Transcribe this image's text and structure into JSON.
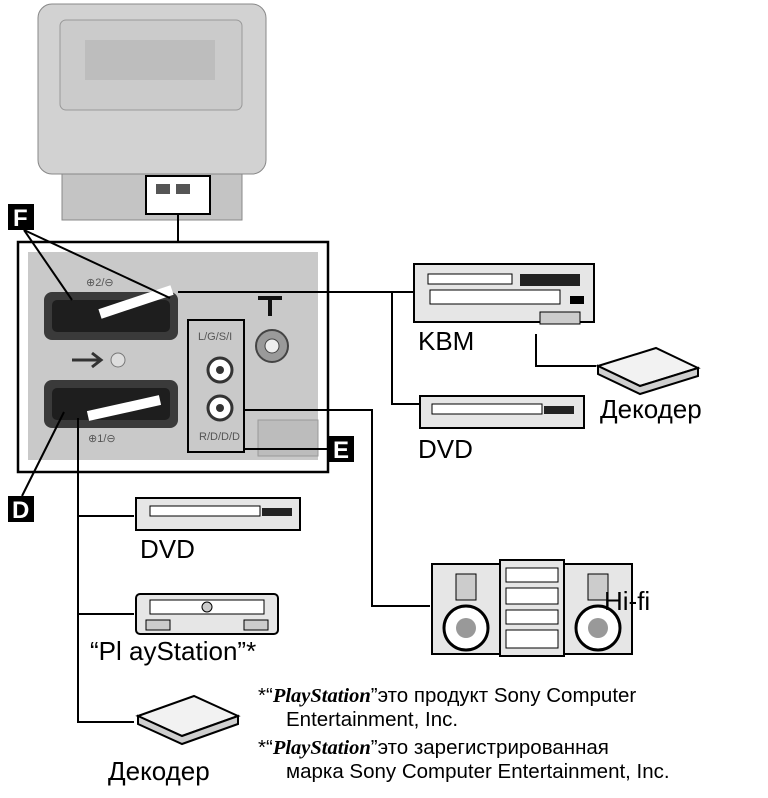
{
  "markers": {
    "f": "F",
    "d": "D",
    "e": "E"
  },
  "panel": {
    "scart2": "⊕2/⊖",
    "scart1": "⊕1/⊖",
    "audio": "L/G/S/I",
    "audio_r": "R/D/D/D"
  },
  "devices": {
    "vcr": "KBM",
    "decoder_right": "Декодер",
    "dvd_right": "DVD",
    "dvd_left": "DVD",
    "playstation": "“Pl ayStation”*",
    "hifi": "Hi-fi",
    "decoder_left": "Декодер"
  },
  "footnotes": [
    {
      "prefix": "*“",
      "brand": "PlayStation",
      "rest": "”это продукт Sony Computer",
      "line2": "Entertainment, Inc."
    },
    {
      "prefix": "*“",
      "brand": "PlayStation",
      "rest": "”это зарегистрированная",
      "line2": "марка Sony Computer Entertainment, Inc."
    }
  ],
  "colors": {
    "line": "#000000",
    "device_fill": "#e6e6e6",
    "panel_fill": "#c9c9c9",
    "tv_fill": "#d0d0d0"
  }
}
